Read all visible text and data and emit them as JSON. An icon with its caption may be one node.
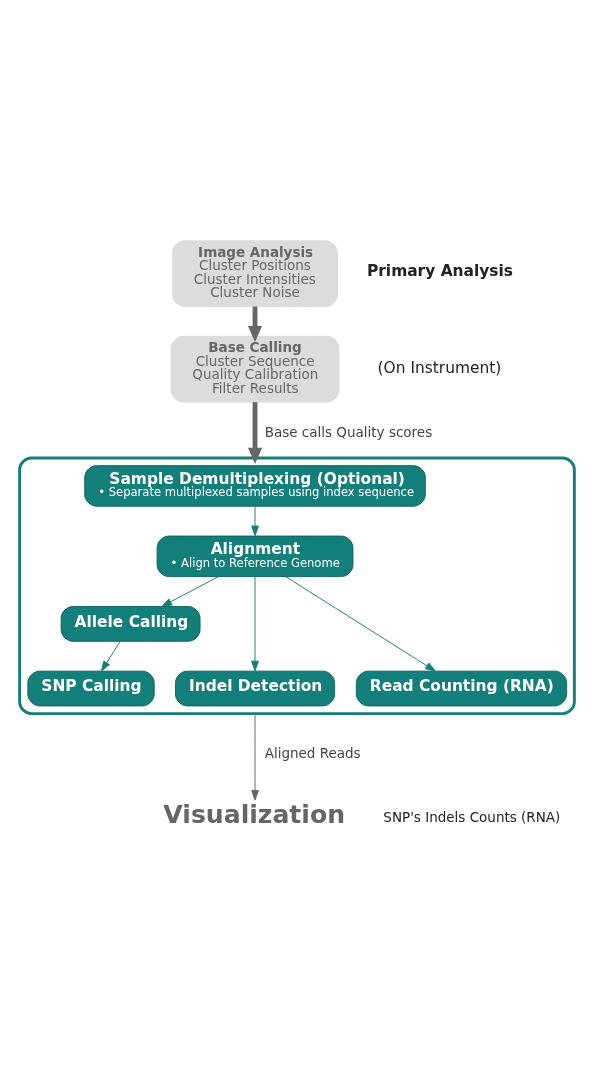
{
  "diagram": {
    "nodes": [
      {
        "text": [
          "Image Analysis",
          "Cluster Positions",
          "Cluster Intensities",
          "Cluster Noise"
        ]
      },
      {
        "text": [
          "Base Calling",
          "Cluster Sequence",
          "Quality Calibration",
          "Filter Results"
        ]
      },
      {
        "text": [],
        "shape": "box"
      },
      {
        "text": [
          "Sample Demultiplexing (Optional)",
          "• Separate multiplexed samples using index sequence"
        ],
        "in": 2
      },
      {
        "text": [
          "Alignment",
          "• Align to Reference Genome"
        ],
        "in": 2
      },
      {
        "text": [
          "Allele Calling"
        ],
        "in": 2
      },
      {
        "text": [
          "SNP Calling"
        ],
        "in": 2
      },
      {
        "text": [
          "Indel Detection"
        ],
        "in": 2
      },
      {
        "text": [
          "Read Counting (RNA)"
        ],
        "in": 2
      },
      {
        "text": [
          "Visualization"
        ]
      }
    ],
    "edges": [
      {
        "from": 0,
        "to": 1,
        "arrow": "to",
        "style": "thick",
        "color": "#666666"
      },
      {
        "from": 1,
        "to": 2,
        "arrow": "to",
        "label": "Base calls Quality scores",
        "style": "thick",
        "color": "#666666"
      },
      {
        "from": 3,
        "to": 4,
        "arrow": "to"
      },
      {
        "from": 4,
        "to": 5,
        "arrow": "to"
      },
      {
        "from": 5,
        "to": 6,
        "arrow": "to"
      },
      {
        "from": 4,
        "to": 7,
        "arrow": "to"
      },
      {
        "from": 4,
        "to": 8,
        "arrow": "to"
      },
      {
        "from": 2,
        "to": 9,
        "arrow": "to",
        "label": "Aligned Reads",
        "color": "#666666"
      }
    ],
    "labels": [
      "Primary Analysis",
      "(On Instrument)",
      "SNP's Indels Counts (RNA)"
    ]
  }
}
